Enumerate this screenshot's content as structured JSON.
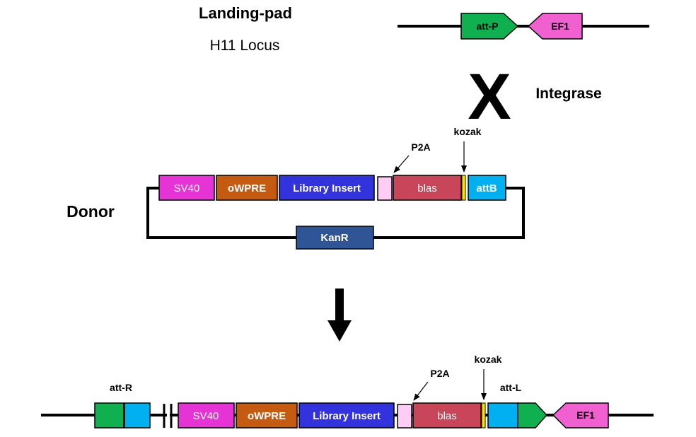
{
  "landing_pad": {
    "title": "Landing-pad",
    "subtitle": "H11 Locus",
    "att_p_label": "att-P",
    "ef1_label": "EF1"
  },
  "recombination": {
    "symbol": "X",
    "enzyme_label": "Integrase"
  },
  "donor": {
    "title": "Donor",
    "p2a_label": "P2A",
    "kozak_label": "kozak",
    "sv40_label": "SV40",
    "owpre_label": "oWPRE",
    "library_insert_label": "Library Insert",
    "blas_label": "blas",
    "attb_label": "attB",
    "kanr_label": "KanR"
  },
  "result": {
    "att_r_label": "att-R",
    "att_l_label": "att-L",
    "p2a_label": "P2A",
    "kozak_label": "kozak",
    "sv40_label": "SV40",
    "owpre_label": "oWPRE",
    "library_insert_label": "Library Insert",
    "blas_label": "blas",
    "ef1_label": "EF1"
  },
  "colors": {
    "att_p": "#10B050",
    "ef1": "#F060D0",
    "sv40": "#E633D6",
    "owpre": "#C55A11",
    "library_insert": "#3333DD",
    "p2a": "#FFCCF5",
    "blas": "#C9455A",
    "kozak": "#FFE000",
    "attb": "#00B0F0",
    "kanr": "#2F5597"
  }
}
